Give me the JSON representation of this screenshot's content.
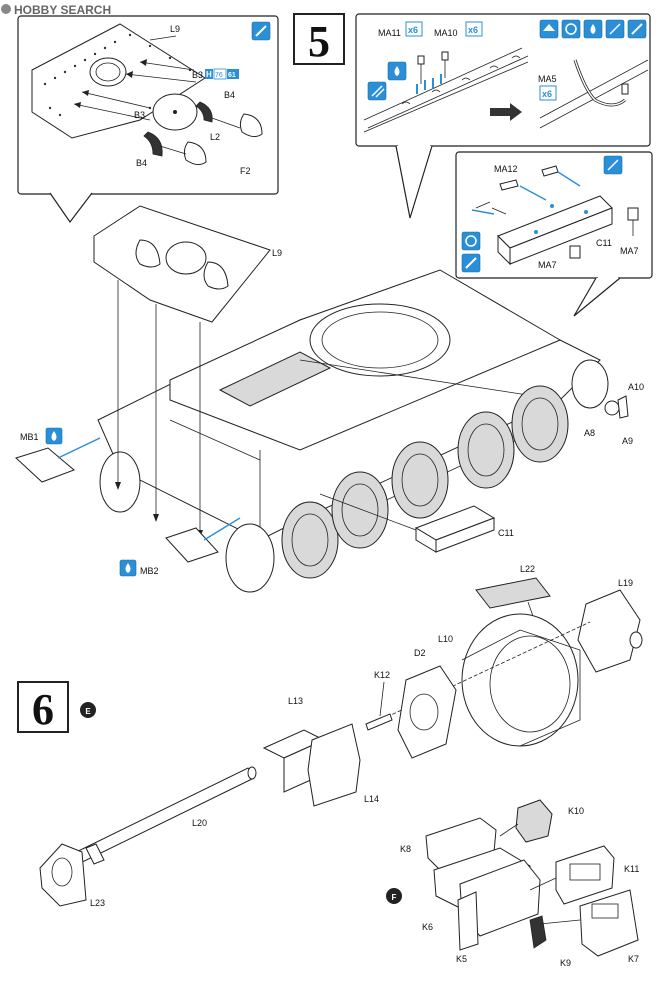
{
  "watermark": "HOBBY SEARCH",
  "steps": [
    {
      "number": "5"
    },
    {
      "number": "6",
      "sub": "E"
    }
  ],
  "sub_step_f": "F",
  "labels": {
    "L9a": "L9",
    "B3a": "B3",
    "H": "H",
    "n76": "76",
    "n61": "61",
    "B4a": "B4",
    "B3b": "B3",
    "L2": "L2",
    "B4b": "B4",
    "F2": "F2",
    "MA11": "MA11",
    "x6a": "x6",
    "MA10": "MA10",
    "x6b": "x6",
    "MA5": "MA5",
    "x6c": "x6",
    "MA12": "MA12",
    "C11a": "C11",
    "MA7a": "MA7",
    "MA7b": "MA7",
    "L9b": "L9",
    "MB1": "MB1",
    "MB2": "MB2",
    "C11b": "C11",
    "A10": "A10",
    "A8": "A8",
    "A9": "A9",
    "L22": "L22",
    "L19": "L19",
    "L10": "L10",
    "D2": "D2",
    "K12": "K12",
    "L13": "L13",
    "L14": "L14",
    "L20": "L20",
    "L23": "L23",
    "K10": "K10",
    "K8": "K8",
    "K11": "K11",
    "K6": "K6",
    "K5": "K5",
    "K9": "K9",
    "K7": "K7"
  },
  "icons": {
    "paint": "paint-brush-icon",
    "cement": "glue-drop-icon",
    "bend": "bend-part-icon",
    "rotate": "rotate-icon",
    "file": "file-sand-icon",
    "arrow": "direction-arrow-icon"
  },
  "colors": {
    "accent": "#2a8fd6",
    "ink": "#222222"
  }
}
